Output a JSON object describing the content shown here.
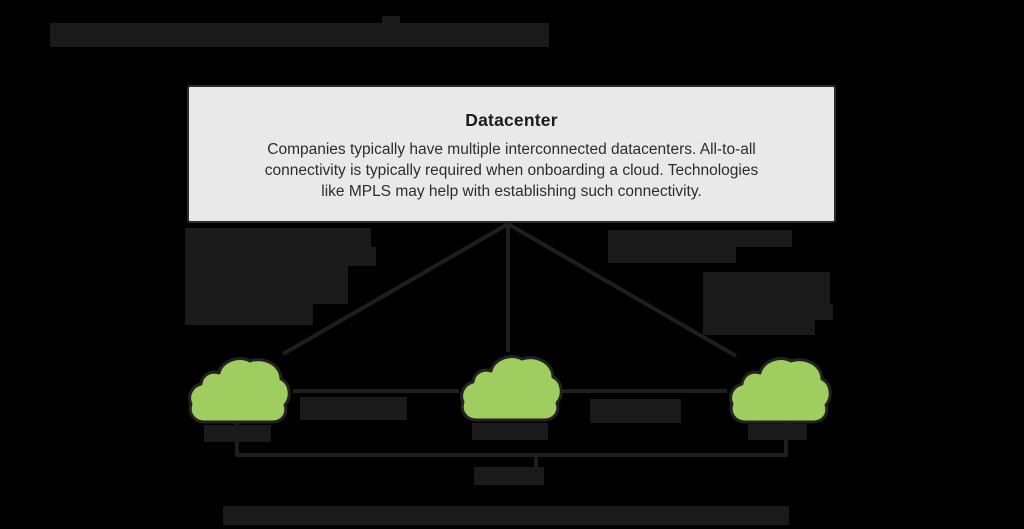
{
  "canvas": {
    "background": "#000000"
  },
  "datacenter_box": {
    "title": "Datacenter",
    "body": "Companies typically have multiple interconnected datacenters. All-to-all\nconnectivity is typically required when onboarding a cloud. Technologies\nlike MPLS may help with establishing such connectivity.",
    "fill": "#e9e9e9",
    "border_color": "#2b2b2b",
    "title_color": "#1b1b1b",
    "body_color": "#2d2d2d"
  },
  "clouds": {
    "fill": "#9fcd5f",
    "stroke": "#232323",
    "count": 3
  },
  "connectors": {
    "color": "#1e1e1e"
  },
  "obscured_text": {
    "color": "#1a1a1a",
    "regions": [
      "page-heading",
      "annotation-left",
      "annotation-right-upper",
      "annotation-right-lower",
      "cloud-label-left",
      "cloud-label-center",
      "cloud-label-right",
      "link-label-left",
      "link-label-right",
      "link-label-bottom",
      "figure-caption"
    ]
  }
}
